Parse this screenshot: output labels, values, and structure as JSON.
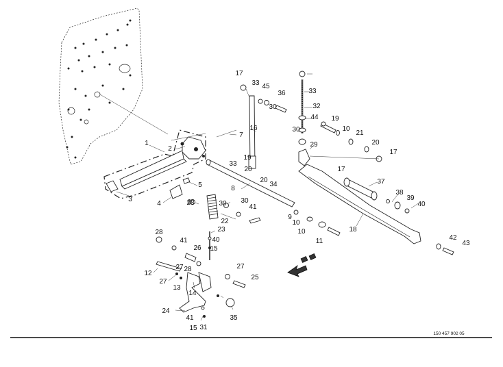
{
  "diagram": {
    "document_number": "150 457 902 05",
    "callouts": [
      "1",
      "2",
      "3",
      "4",
      "5",
      "6",
      "7",
      "8",
      "9",
      "10",
      "10",
      "10",
      "11",
      "12",
      "13",
      "14",
      "15",
      "15",
      "16",
      "17",
      "17",
      "17",
      "18",
      "19",
      "19",
      "20",
      "20",
      "20",
      "21",
      "22",
      "23",
      "24",
      "25",
      "26",
      "27",
      "27",
      "27",
      "28",
      "28",
      "28",
      "29",
      "30",
      "30",
      "30",
      "30",
      "31",
      "32",
      "33",
      "33",
      "33",
      "34",
      "35",
      "36",
      "37",
      "38",
      "39",
      "40",
      "40",
      "41",
      "41",
      "41",
      "42",
      "43",
      "44",
      "45"
    ],
    "arrow_icon": "direction-arrow-icon"
  }
}
